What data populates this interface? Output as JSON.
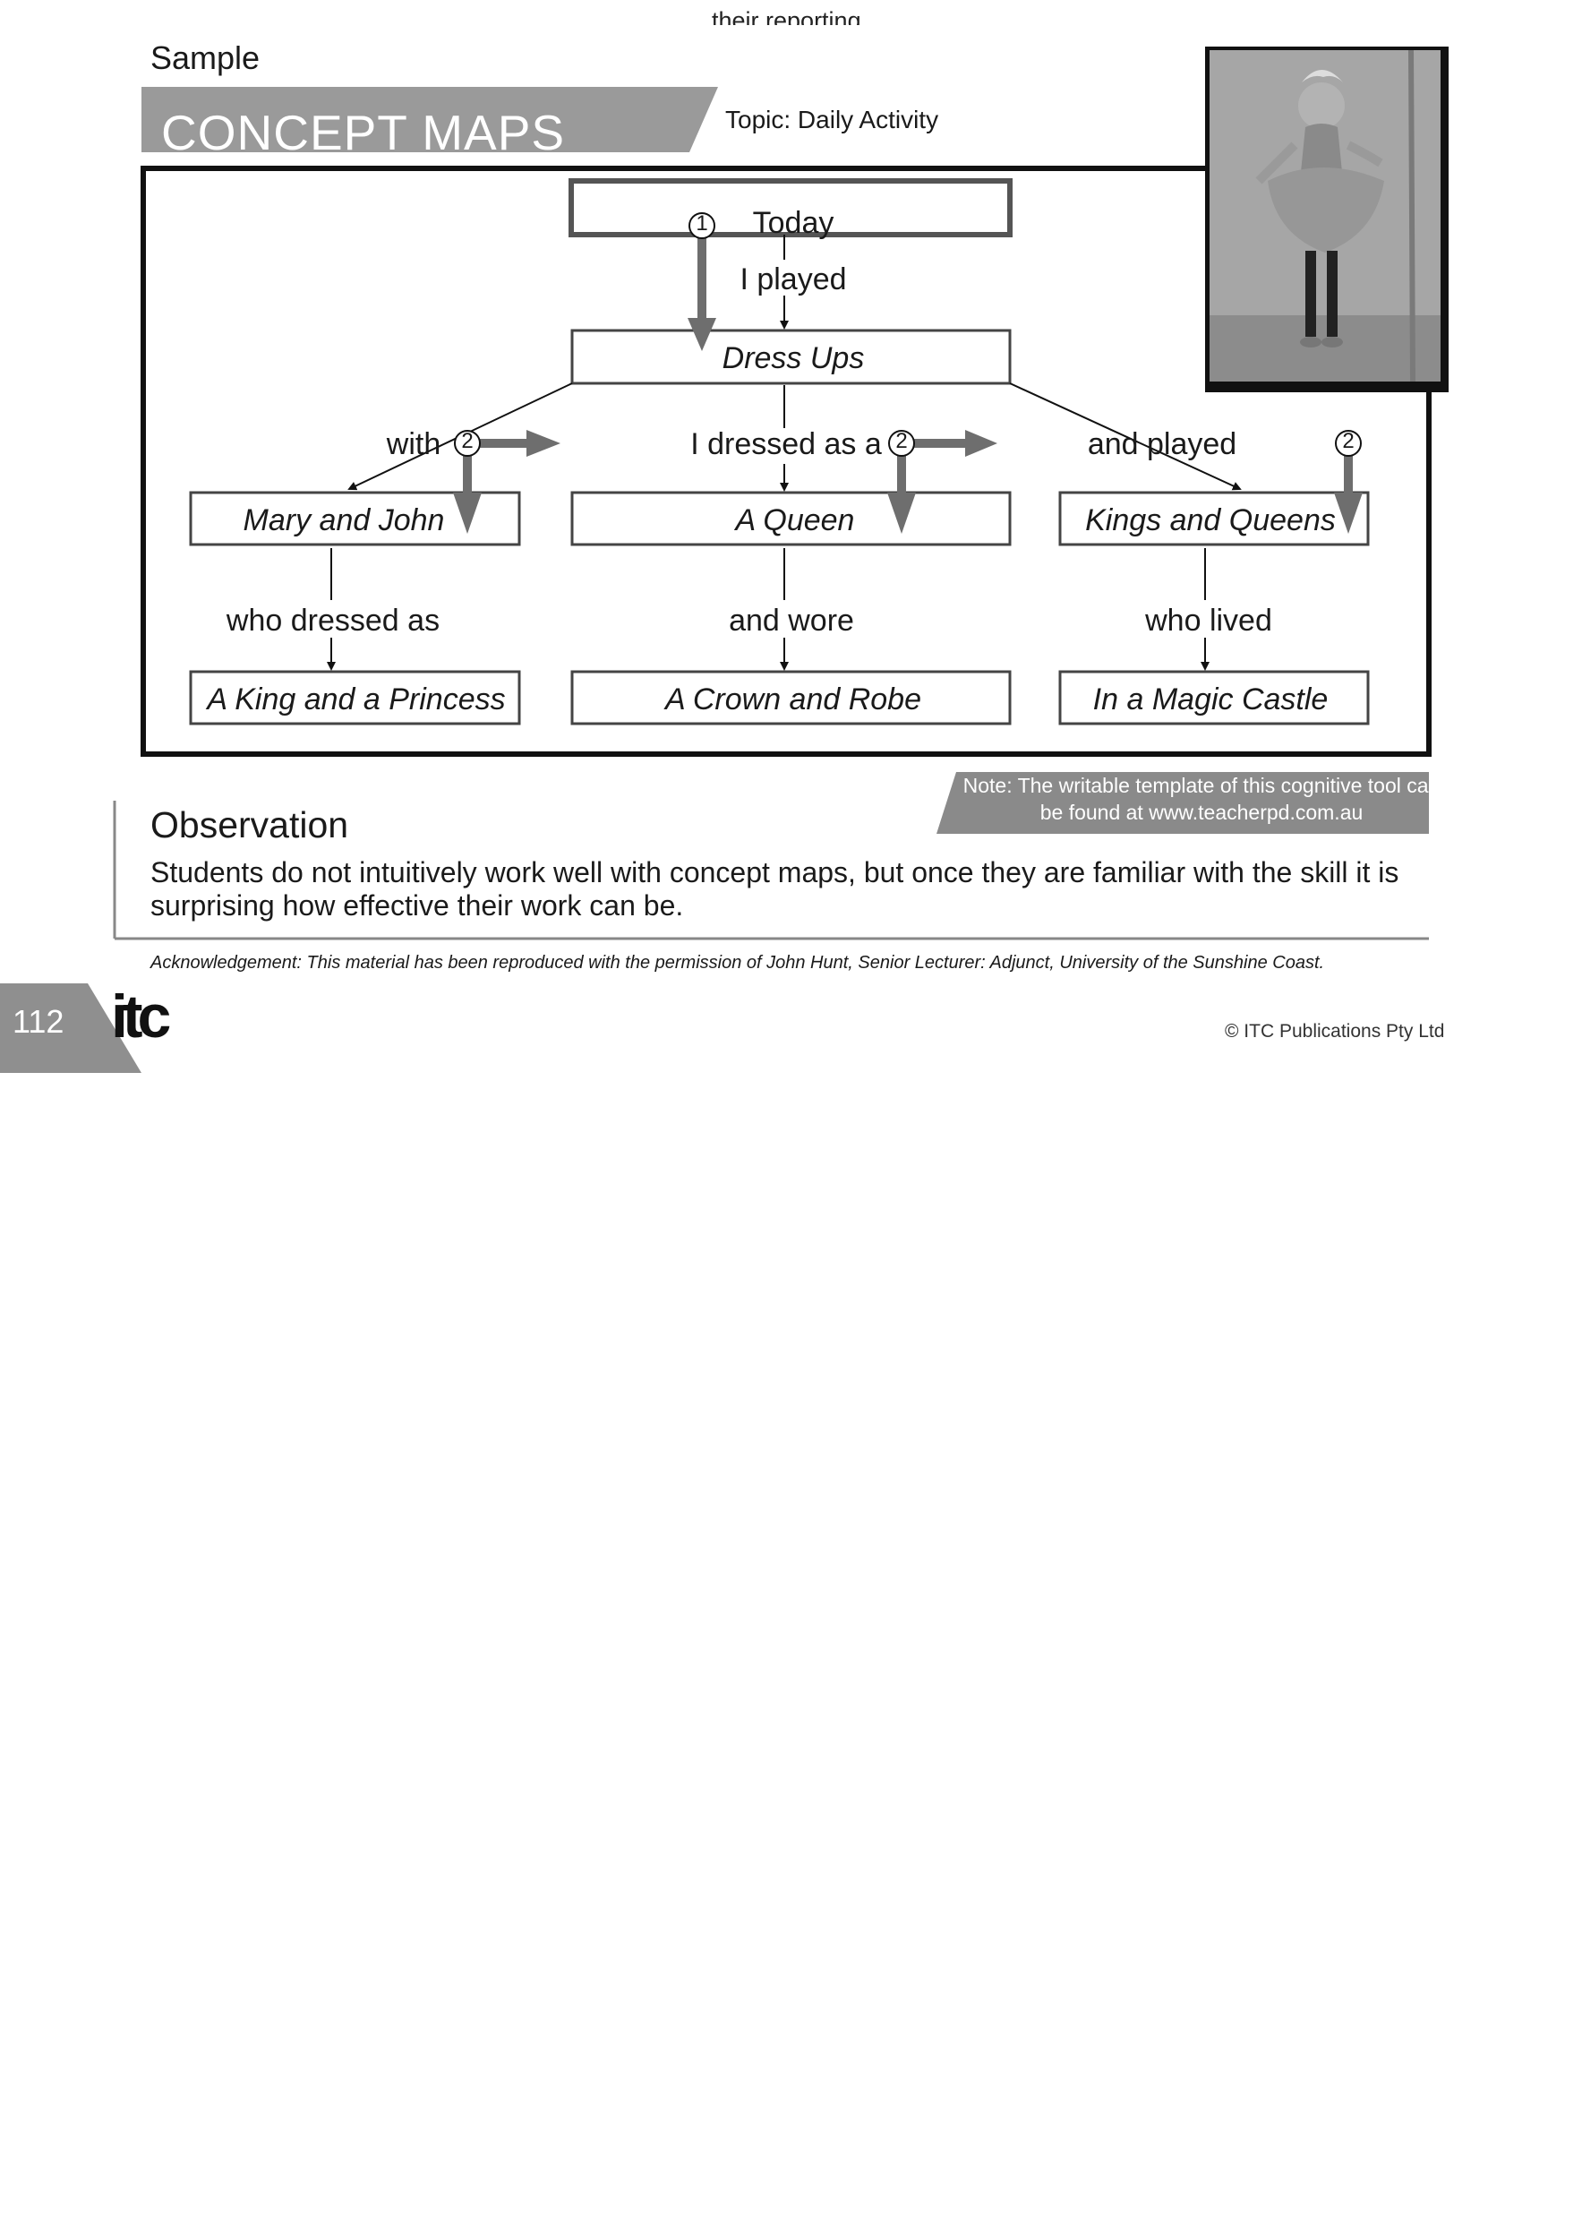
{
  "running_head": "their reporting",
  "header": {
    "label": "Sample",
    "title": "CONCEPT MAPS",
    "topic": "Topic: Daily Activity"
  },
  "concept_map": {
    "root": "Today",
    "root_link": "I played",
    "activity": "Dress Ups",
    "branches": [
      {
        "link": "with",
        "node": "Mary and John",
        "sub_link": "who dressed as",
        "leaf": "A King and a Princess"
      },
      {
        "link": "I dressed as a",
        "node": "A Queen",
        "sub_link": "and wore",
        "leaf": "A Crown and Robe"
      },
      {
        "link": "and played",
        "node": "Kings and Queens",
        "sub_link": "who lived",
        "leaf": "In a Magic Castle"
      }
    ],
    "markers": [
      "1",
      "2",
      "2",
      "2"
    ]
  },
  "photo": {
    "icon": "photo-icon",
    "subject": "girl in fairy costume"
  },
  "note": "Note: The writable template of this cognitive tool can be found at www.teacherpd.com.au",
  "observation": {
    "title": "Observation",
    "body": "Students do not intuitively work well with concept maps, but once they are familiar with the skill it is surprising how effective their work can be."
  },
  "acknowledgement": "Acknowledgement: This material has been reproduced with the permission of John Hunt, Senior Lecturer: Adjunct, University of the Sunshine Coast.",
  "footer": {
    "page_number": "112",
    "logo_text": "itc",
    "copyright": "© ITC Publications Pty Ltd"
  },
  "colors": {
    "banner_gray": "#9a9a9a",
    "arrow_gray": "#6e6e6e",
    "frame": "#111111"
  }
}
